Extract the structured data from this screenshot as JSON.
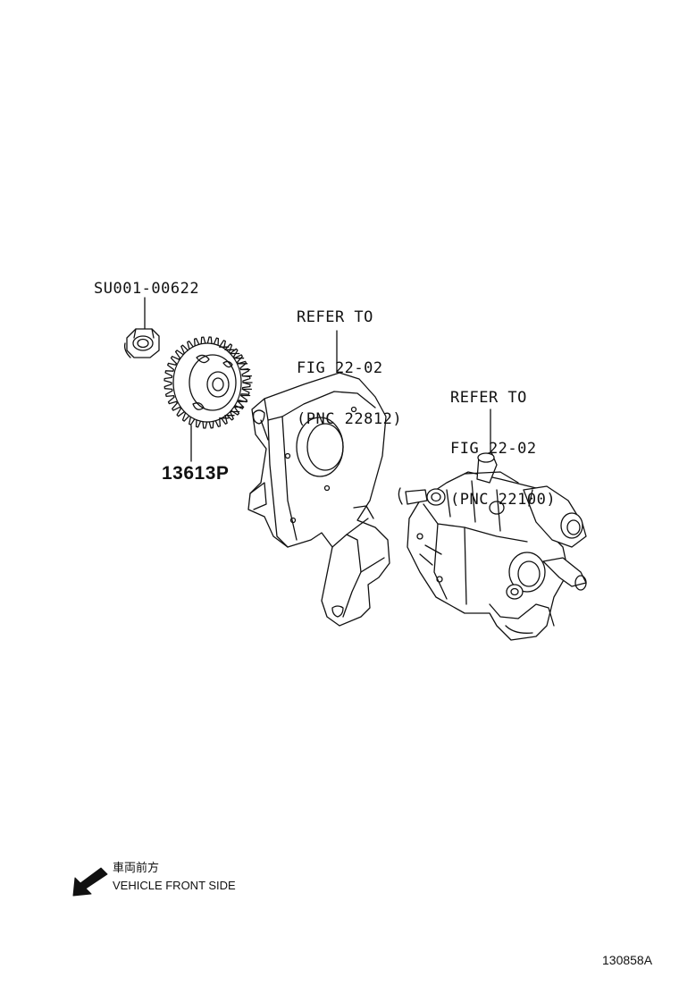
{
  "labels": {
    "nut_part_no": "SU001-00622",
    "gear_part_no": "13613P",
    "cover_ref": [
      "REFER TO",
      "FIG 22-02",
      "(PNC 22812)"
    ],
    "pump_ref": [
      "REFER TO",
      "FIG 22-02",
      "(PNC 22100)"
    ]
  },
  "legend": {
    "jp": "車両前方",
    "en": "VEHICLE FRONT SIDE",
    "icon": "front-arrow-icon"
  },
  "illustration_code": "130858A",
  "colors": {
    "ink": "#111111",
    "paper": "#ffffff"
  }
}
